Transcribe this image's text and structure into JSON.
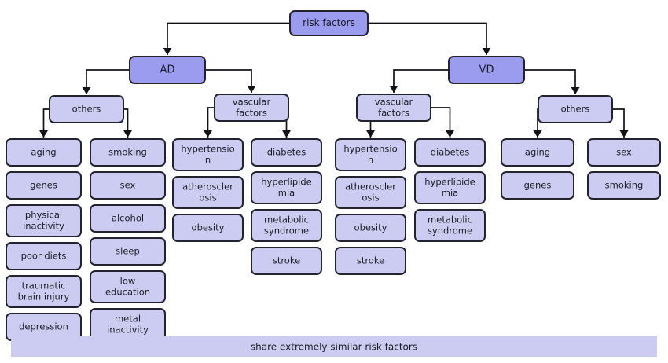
{
  "diagram": {
    "title": "risk factors",
    "colors": {
      "root_fill": "#9b9bf0",
      "branch_fill": "#9b9bf0",
      "group_fill": "#ccccf2",
      "leaf_fill": "#ccccf2",
      "border": "#23232e",
      "connector": "#111118",
      "background": "#ffffff",
      "banner_fill": "#ccccf2",
      "text": "#1b1b24"
    },
    "root": {
      "label": "risk factors"
    },
    "branches": [
      {
        "id": "ad",
        "label": "AD",
        "groups": [
          {
            "id": "ad-others",
            "label": "others",
            "columns": [
              {
                "id": "ad-others-col1",
                "items": [
                  "aging",
                  "genes",
                  "physical inactivity",
                  "poor  diets",
                  "traumatic brain injury",
                  "depression"
                ]
              },
              {
                "id": "ad-others-col2",
                "items": [
                  "smoking",
                  "sex",
                  "alcohol",
                  "sleep",
                  "low education",
                  "metal inactivity"
                ]
              }
            ]
          },
          {
            "id": "ad-vascular",
            "label": "vascular factors",
            "columns": [
              {
                "id": "ad-vascular-col1",
                "items": [
                  "hypertensio n",
                  "atheroscler osis",
                  "obesity"
                ]
              },
              {
                "id": "ad-vascular-col2",
                "items": [
                  "diabetes",
                  "hyperlipide mia",
                  "metabolic syndrome",
                  "stroke"
                ]
              }
            ]
          }
        ]
      },
      {
        "id": "vd",
        "label": "VD",
        "groups": [
          {
            "id": "vd-vascular",
            "label": "vascular factors",
            "columns": [
              {
                "id": "vd-vascular-col1",
                "items": [
                  "hypertensio n",
                  "atheroscler osis",
                  "obesity",
                  "stroke"
                ]
              },
              {
                "id": "vd-vascular-col2",
                "items": [
                  "diabetes",
                  "hyperlipide mia",
                  "metabolic syndrome"
                ]
              }
            ]
          },
          {
            "id": "vd-others",
            "label": "others",
            "columns": [
              {
                "id": "vd-others-col1",
                "items": [
                  "aging",
                  "genes"
                ]
              },
              {
                "id": "vd-others-col2",
                "items": [
                  "sex",
                  "smoking"
                ]
              }
            ]
          }
        ]
      }
    ],
    "banner": {
      "label": "share extremely similar risk factors"
    }
  }
}
